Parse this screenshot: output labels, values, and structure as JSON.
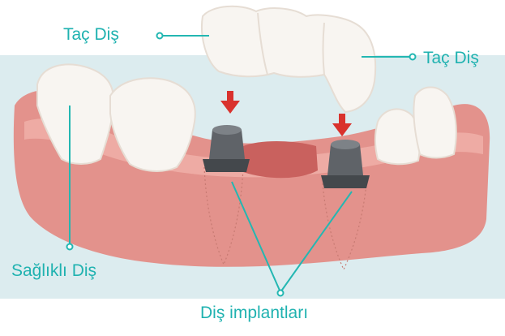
{
  "labels": {
    "crown_left": "Taç Diş",
    "crown_right": "Taç Diş",
    "healthy_tooth": "Sağlıklı Diş",
    "implants": "Diş implantları"
  },
  "colors": {
    "label": "#1fb2b0",
    "leader": "#23b7b2",
    "background_panel": "#dcecef",
    "gum": "#e3928c",
    "gum_light": "#f2b7ae",
    "tooth": "#f8f5f1",
    "tooth_shadow": "#e6ddd4",
    "abutment": "#5f6368",
    "arrow": "#d9322d"
  }
}
